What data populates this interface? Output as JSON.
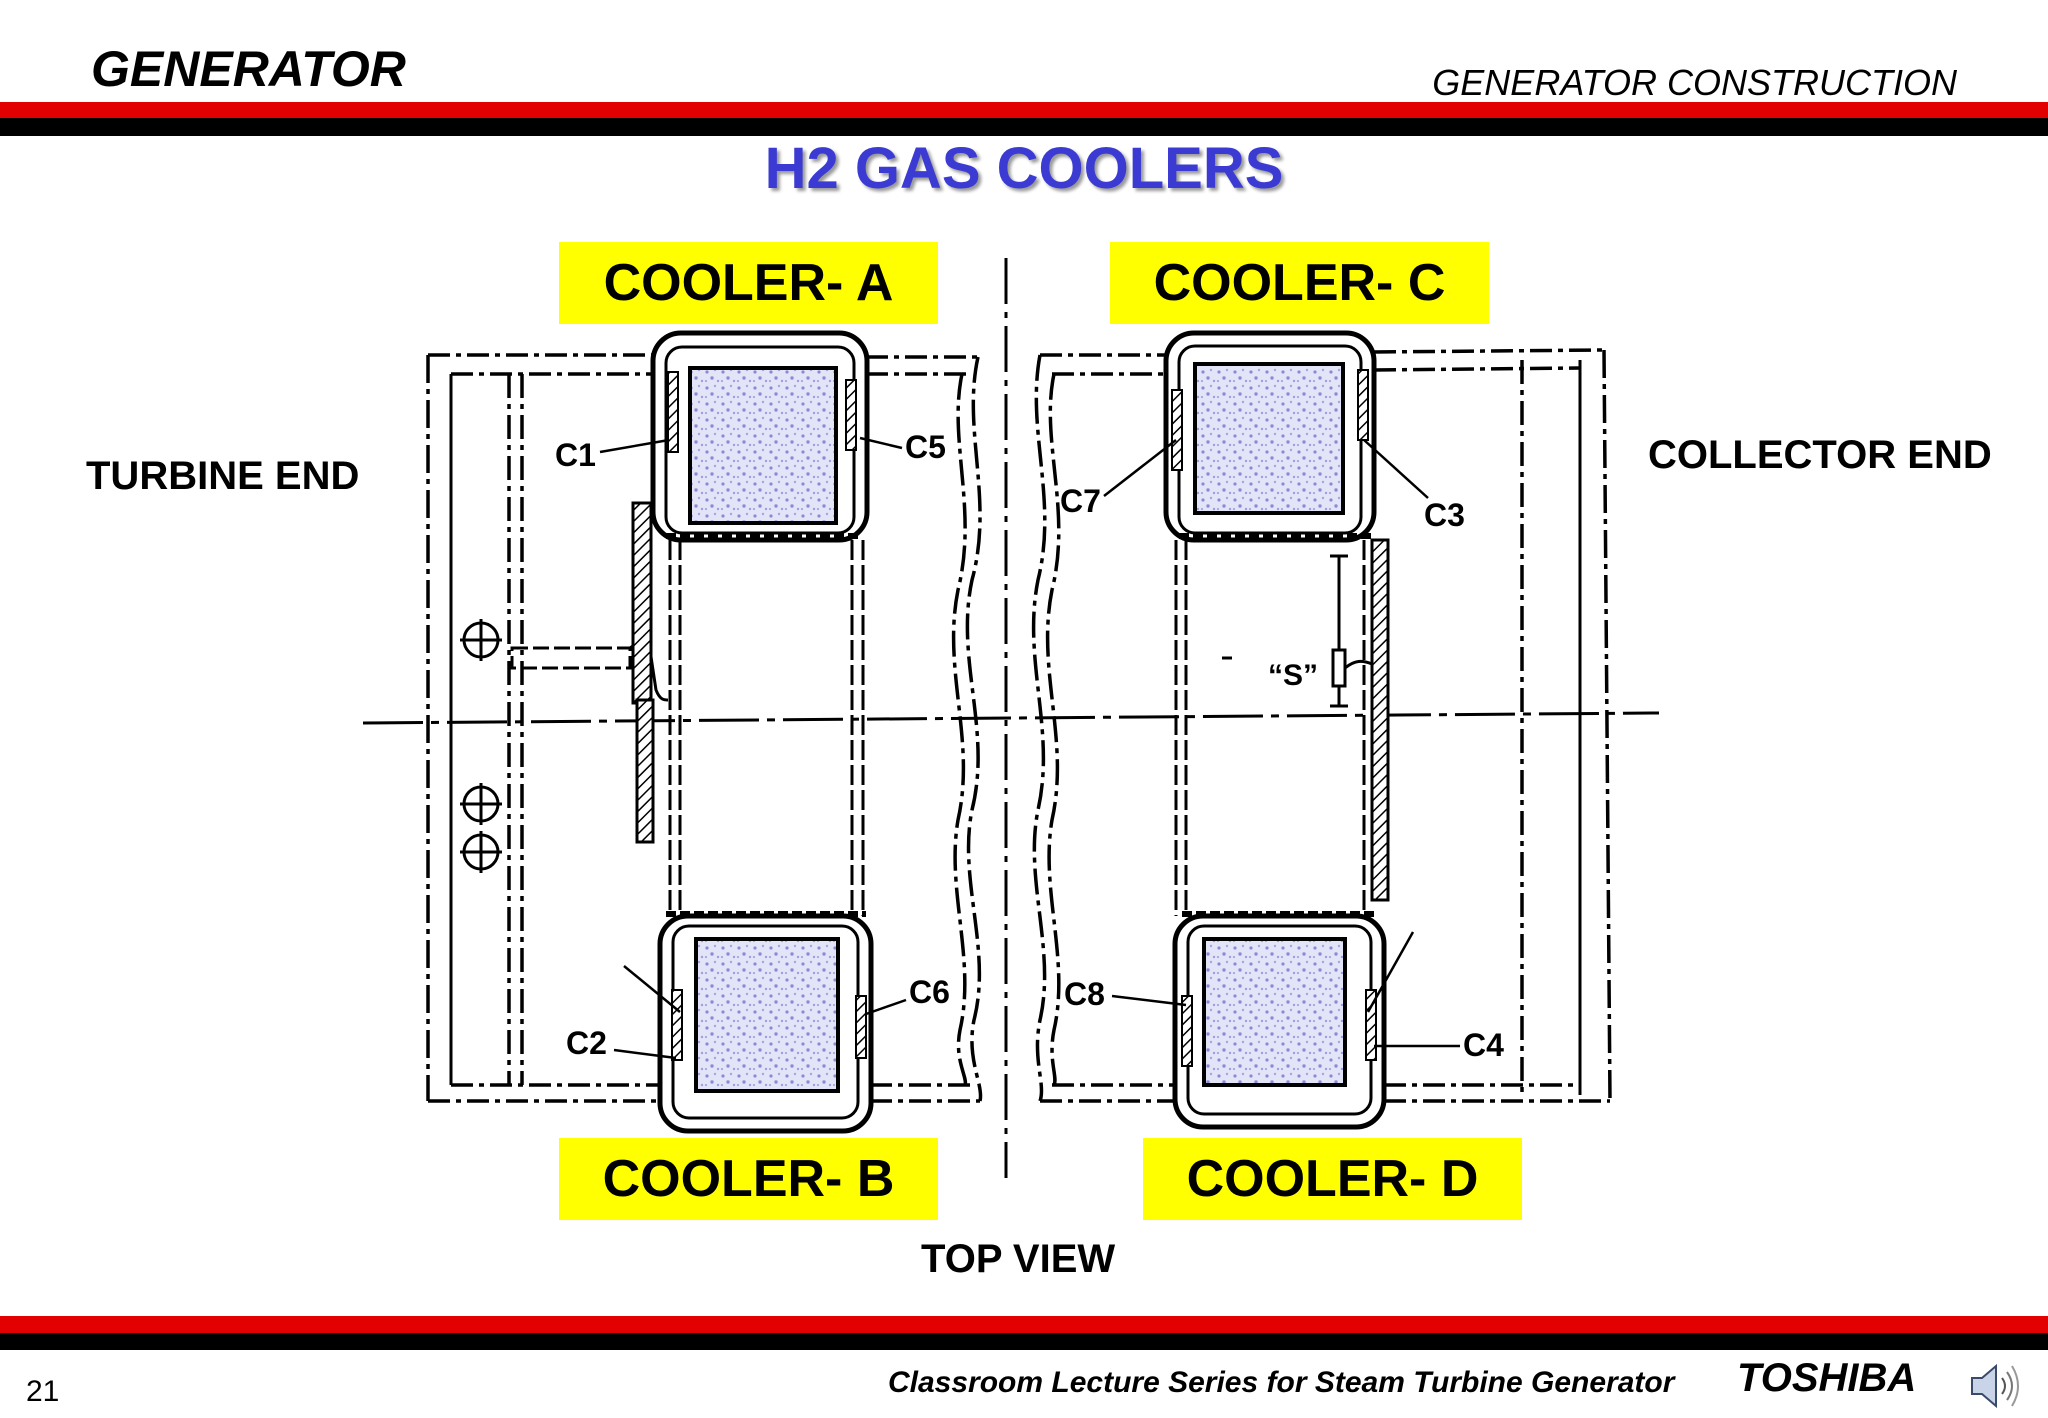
{
  "header": {
    "title": "GENERATOR",
    "section": "GENERATOR CONSTRUCTION"
  },
  "slide": {
    "title": "H2 GAS COOLERS",
    "view_label": "TOP VIEW"
  },
  "coolers": {
    "a": "COOLER- A",
    "b": "COOLER- B",
    "c": "COOLER- C",
    "d": "COOLER- D"
  },
  "ends": {
    "turbine": "TURBINE END",
    "collector": "COLLECTOR END"
  },
  "connections": {
    "c1": "C1",
    "c2": "C2",
    "c3": "C3",
    "c4": "C4",
    "c5": "C5",
    "c6": "C6",
    "c7": "C7",
    "c8": "C8"
  },
  "sensor_label": "“S”",
  "footer": {
    "page": "21",
    "series": "Classroom Lecture Series for Steam Turbine Generator",
    "brand": "TOSHIBA",
    "audio_icon": "speaker-icon"
  },
  "colors": {
    "accent_red": "#e30000",
    "title_blue": "#3b3bd4",
    "label_yellow": "#ffff00"
  }
}
